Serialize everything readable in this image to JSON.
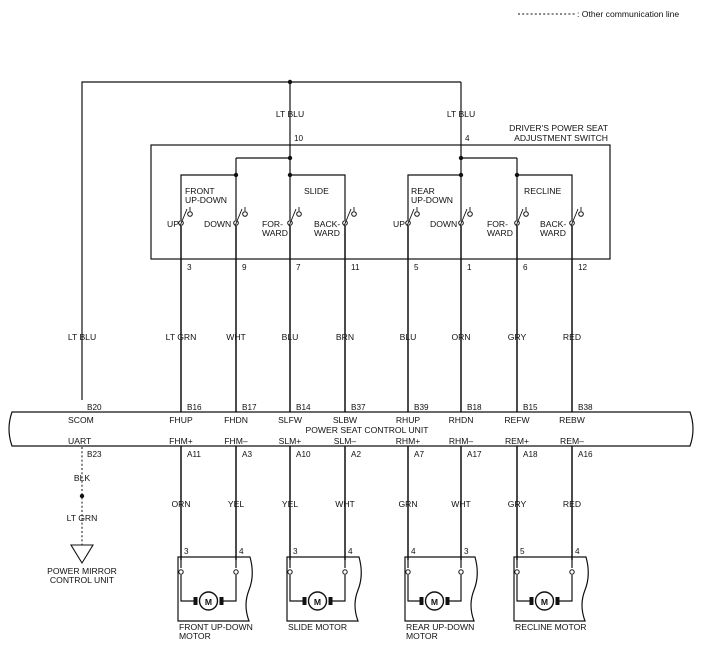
{
  "legend": {
    "dashes": "- - - - - - - - - -",
    "text": ": Other communication line"
  },
  "switch": {
    "title_line1": "DRIVER'S POWER SEAT",
    "title_line2": "ADJUSTMENT SWITCH",
    "feed_wire": "LT BLU",
    "feed_pins": [
      "10",
      "4"
    ],
    "groups": [
      {
        "name_line1": "FRONT",
        "name_line2": "UP-DOWN",
        "left": "UP",
        "right": "DOWN"
      },
      {
        "name_line1": "SLIDE",
        "name_line2": "",
        "left_line1": "FOR-",
        "left_line2": "WARD",
        "right_line1": "BACK-",
        "right_line2": "WARD"
      },
      {
        "name_line1": "REAR",
        "name_line2": "UP-DOWN",
        "left": "UP",
        "right": "DOWN"
      },
      {
        "name_line1": "RECLINE",
        "name_line2": "",
        "left_line1": "FOR-",
        "left_line2": "WARD",
        "right_line1": "BACK-",
        "right_line2": "WARD"
      }
    ],
    "outputs": [
      {
        "pin": "3",
        "wire": "LT GRN",
        "unit_pin": "B16",
        "unit_label": "FHUP"
      },
      {
        "pin": "9",
        "wire": "WHT",
        "unit_pin": "B17",
        "unit_label": "FHDN"
      },
      {
        "pin": "7",
        "wire": "BLU",
        "unit_pin": "B14",
        "unit_label": "SLFW"
      },
      {
        "pin": "11",
        "wire": "BRN",
        "unit_pin": "B37",
        "unit_label": "SLBW"
      },
      {
        "pin": "5",
        "wire": "BLU",
        "unit_pin": "B39",
        "unit_label": "RHUP"
      },
      {
        "pin": "1",
        "wire": "ORN",
        "unit_pin": "B18",
        "unit_label": "RHDN"
      },
      {
        "pin": "6",
        "wire": "GRY",
        "unit_pin": "B15",
        "unit_label": "REFW"
      },
      {
        "pin": "12",
        "wire": "RED",
        "unit_pin": "B38",
        "unit_label": "REBW"
      }
    ]
  },
  "control_unit": {
    "title": "POWER SEAT CONTROL UNIT",
    "scom": {
      "pin": "B20",
      "label": "SCOM",
      "wire": "LT BLU"
    },
    "uart": {
      "pin": "B23",
      "label": "UART"
    },
    "motor_outputs": [
      {
        "label": "FHM+",
        "pin": "A11",
        "wire": "ORN"
      },
      {
        "label": "FHM–",
        "pin": "A3",
        "wire": "YEL"
      },
      {
        "label": "SLM+",
        "pin": "A10",
        "wire": "YEL"
      },
      {
        "label": "SLM–",
        "pin": "A2",
        "wire": "WHT"
      },
      {
        "label": "RHM+",
        "pin": "A7",
        "wire": "GRN"
      },
      {
        "label": "RHM–",
        "pin": "A17",
        "wire": "WHT"
      },
      {
        "label": "REM+",
        "pin": "A18",
        "wire": "GRY"
      },
      {
        "label": "REM–",
        "pin": "A16",
        "wire": "RED"
      }
    ]
  },
  "comm_line": {
    "wire1": "BLK",
    "wire2": "LT GRN",
    "dest_line1": "POWER MIRROR",
    "dest_line2": "CONTROL UNIT"
  },
  "motors": [
    {
      "pin_left": "3",
      "pin_right": "4",
      "name_line1": "FRONT UP-DOWN",
      "name_line2": "MOTOR"
    },
    {
      "pin_left": "3",
      "pin_right": "4",
      "name_line1": "SLIDE MOTOR",
      "name_line2": ""
    },
    {
      "pin_left": "4",
      "pin_right": "3",
      "name_line1": "REAR UP-DOWN",
      "name_line2": "MOTOR"
    },
    {
      "pin_left": "5",
      "pin_right": "4",
      "name_line1": "RECLINE MOTOR",
      "name_line2": ""
    }
  ],
  "motor_symbol": "M"
}
